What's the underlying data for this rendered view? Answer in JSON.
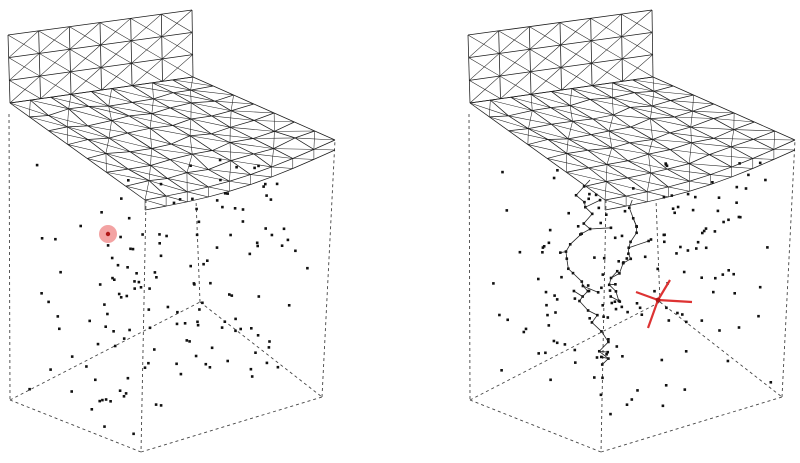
{
  "panels": [
    {
      "id": "left",
      "highlight": "single-sampled-point"
    },
    {
      "id": "right",
      "highlight": "new-point-with-connections"
    }
  ],
  "colors": {
    "highlight_fill": "#f08c8c",
    "highlight_core": "#b01818",
    "connection": "#dd3333",
    "mesh": "#1a1a1a",
    "point": "#111111",
    "box_edge": "#444444"
  }
}
